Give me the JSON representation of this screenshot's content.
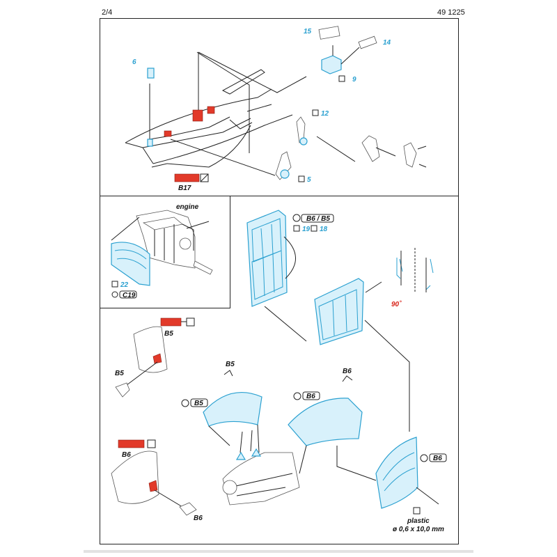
{
  "header": {
    "page": "2/4",
    "code": "49 1225"
  },
  "colors": {
    "accent": "#2aa0d0",
    "red": "#e23a2a",
    "line": "#222222"
  },
  "icons": {
    "check": "check-box-icon",
    "bend": "bend-symbol-icon",
    "radius": "radius-symbol-icon",
    "remove": "remove-plastic-icon",
    "paint": "paint-chip-icon"
  },
  "labels": {
    "n15": "15",
    "n14": "14",
    "n6": "6",
    "n9": "9",
    "n12": "12",
    "n5": "5",
    "b17": "B17",
    "engine": "engine",
    "n22": "22",
    "c19": "C19",
    "b6b5": "B6 / B5",
    "n19": "19",
    "n18": "18",
    "angle": "90˚",
    "b5_top": "B5",
    "b5_small": "B5",
    "b5_mid": "B5",
    "b5_box": "B5",
    "b6_top": "B6",
    "b6_box1": "B6",
    "b6_left": "B6",
    "b6_small": "B6",
    "b6_box2": "B6",
    "plastic": "plastic",
    "plastic_dim": "ø 0,6 x 10,0 mm"
  }
}
